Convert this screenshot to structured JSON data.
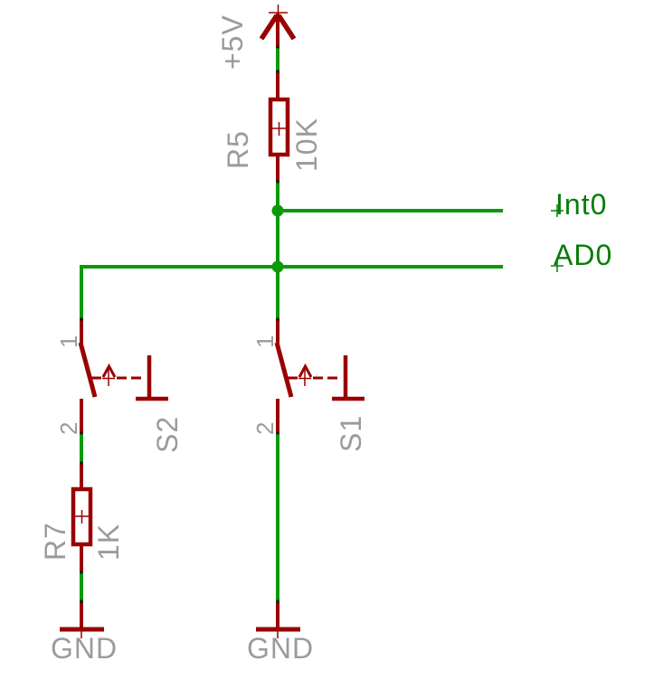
{
  "schematic": {
    "supply_label": "+5V",
    "resistors": [
      {
        "name": "R5",
        "value": "10K"
      },
      {
        "name": "R7",
        "value": "1K"
      }
    ],
    "switches": [
      {
        "name": "S1",
        "pin1": "1",
        "pin2": "2"
      },
      {
        "name": "S2",
        "pin1": "1",
        "pin2": "2"
      }
    ],
    "net_labels": [
      {
        "name": "Int0"
      },
      {
        "name": "AD0"
      }
    ],
    "grounds": [
      {
        "label": "GND"
      },
      {
        "label": "GND"
      }
    ],
    "colors": {
      "component": "#9a0000",
      "wire": "#0b990b",
      "net_text": "#077d07",
      "annotation_text": "#9b9b9b",
      "background": "#ffffff"
    }
  }
}
